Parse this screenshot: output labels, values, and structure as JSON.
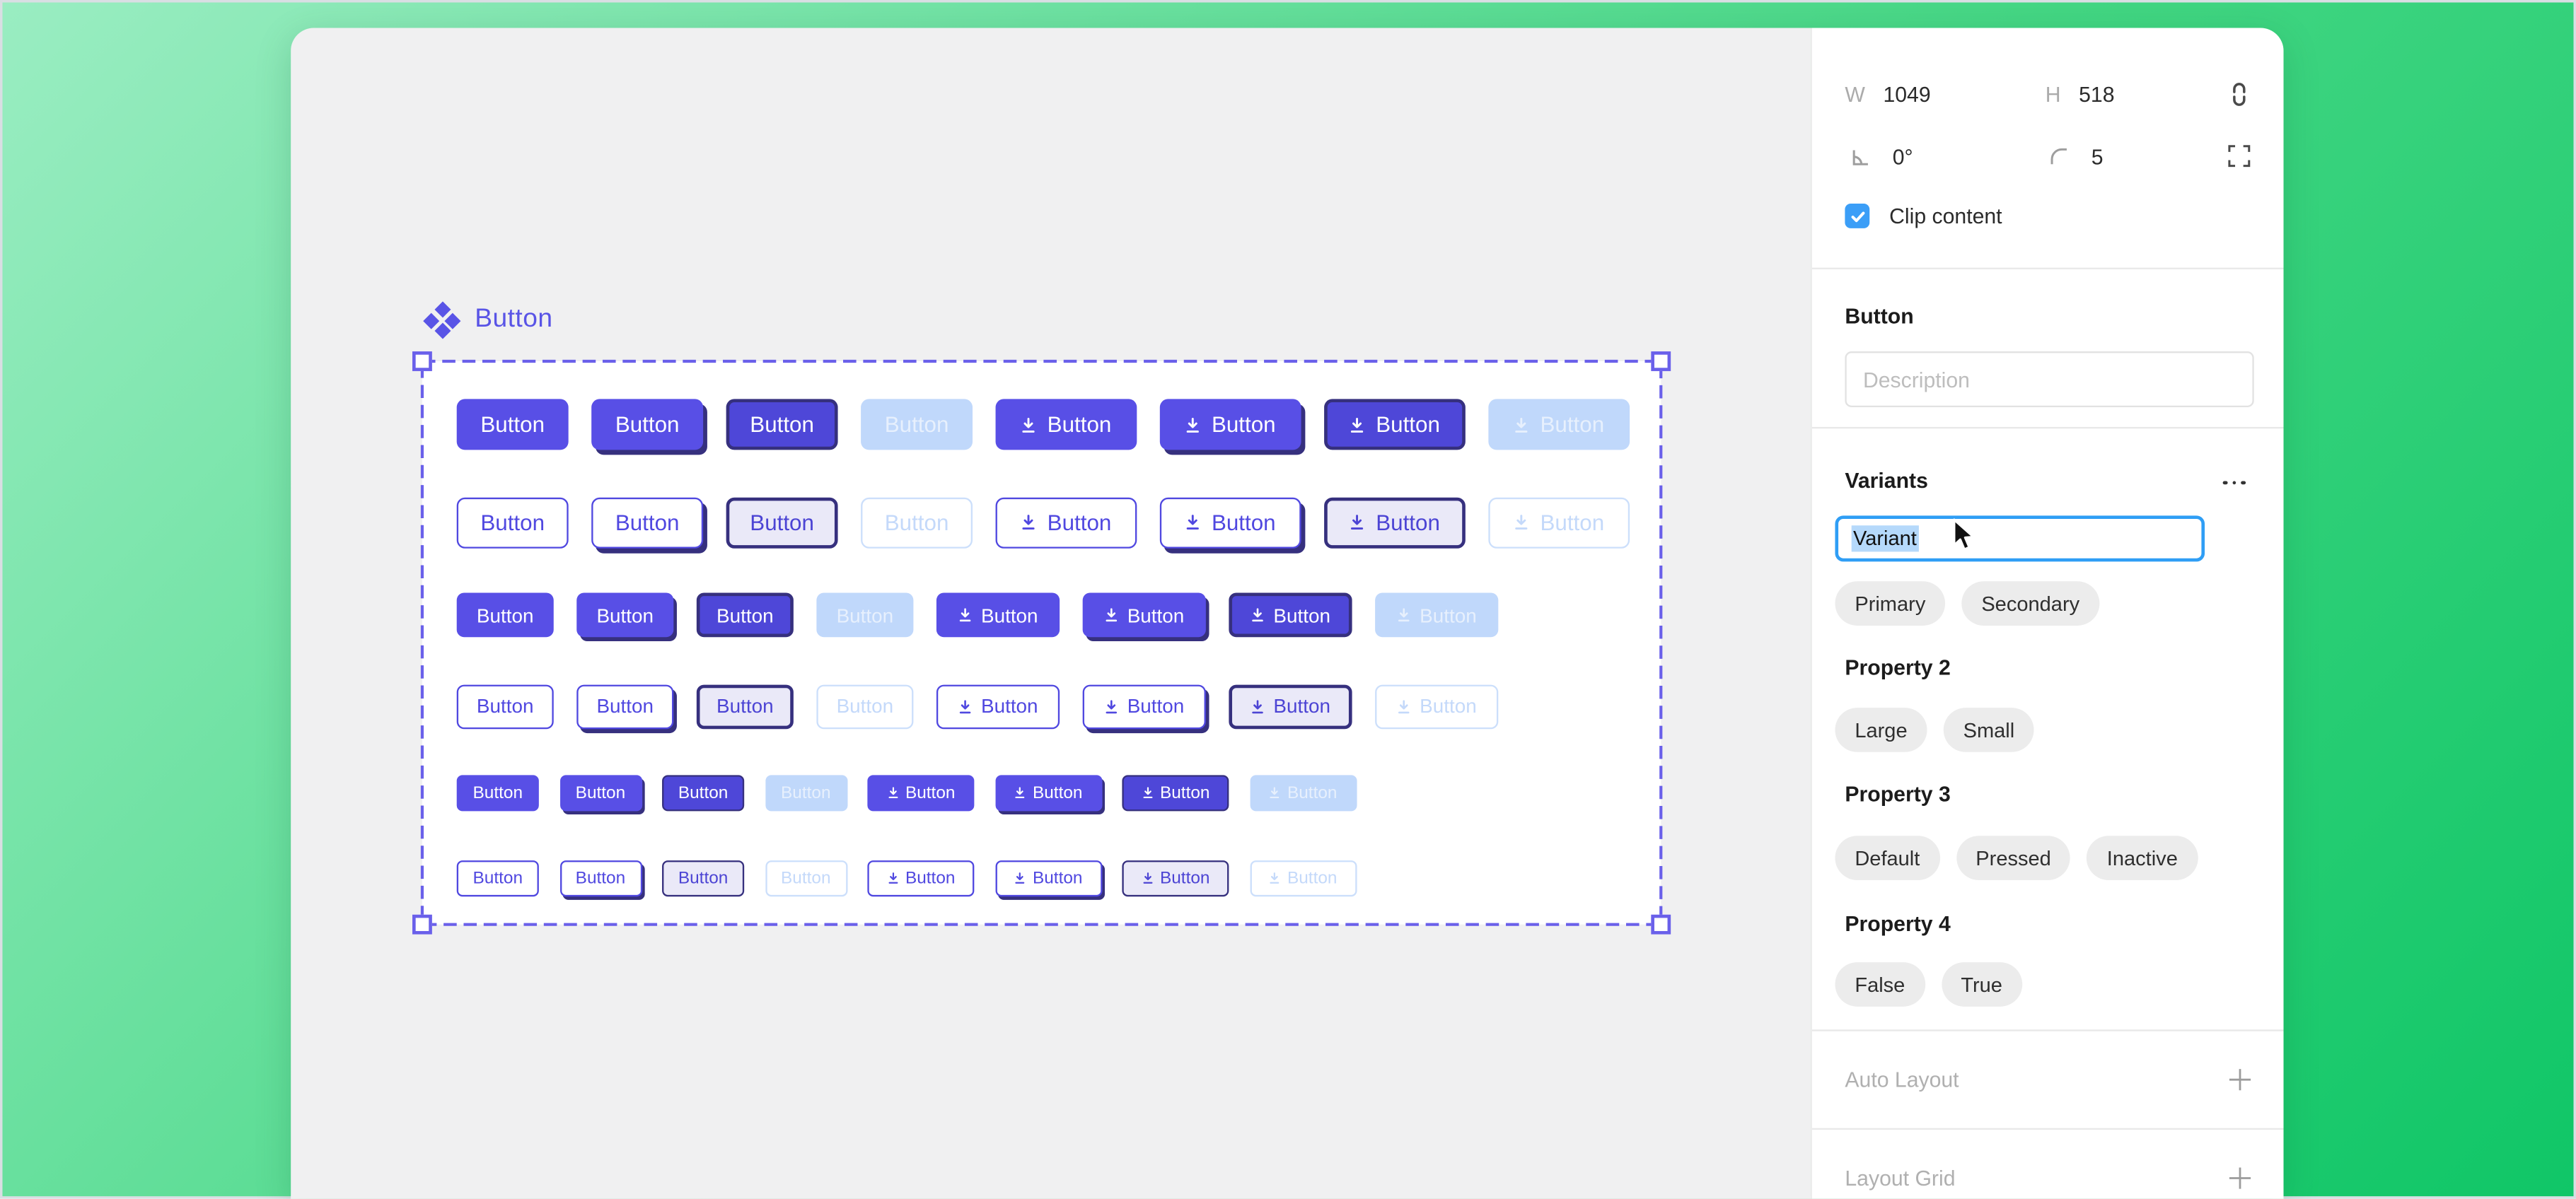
{
  "canvas": {
    "component_title": "Button",
    "button_label": "Button",
    "rows": [
      {
        "style": "primary",
        "size": "large"
      },
      {
        "style": "secondary",
        "size": "large"
      },
      {
        "style": "primary",
        "size": "medium"
      },
      {
        "style": "secondary",
        "size": "medium"
      },
      {
        "style": "primary",
        "size": "small"
      },
      {
        "style": "secondary",
        "size": "small"
      }
    ],
    "states": [
      {
        "icon": false,
        "state": "default"
      },
      {
        "icon": false,
        "state": "shadow"
      },
      {
        "icon": false,
        "state": "bevel"
      },
      {
        "icon": false,
        "state": "inactive"
      },
      {
        "icon": true,
        "state": "default"
      },
      {
        "icon": true,
        "state": "shadow"
      },
      {
        "icon": true,
        "state": "bevel"
      },
      {
        "icon": true,
        "state": "inactive"
      }
    ]
  },
  "panel": {
    "transform": {
      "w_label": "W",
      "w_value": "1049",
      "h_label": "H",
      "h_value": "518",
      "rotation_value": "0°",
      "radius_value": "5",
      "clip_content_label": "Clip content",
      "clip_content_checked": true
    },
    "component": {
      "heading": "Button",
      "description_placeholder": "Description"
    },
    "variants": {
      "heading": "Variants",
      "editing_property_value": "Variant",
      "groups": [
        {
          "label": "Variant",
          "options": [
            "Primary",
            "Secondary"
          ]
        },
        {
          "label": "Property 2",
          "options": [
            "Large",
            "Small"
          ]
        },
        {
          "label": "Property 3",
          "options": [
            "Default",
            "Pressed",
            "Inactive"
          ]
        },
        {
          "label": "Property 4",
          "options": [
            "False",
            "True"
          ]
        }
      ]
    },
    "collapsed_sections": [
      {
        "label": "Auto Layout"
      },
      {
        "label": "Layout Grid"
      }
    ]
  },
  "colors": {
    "accent_blue": "#2F9EF5",
    "primary_purple": "#584FE6",
    "dark_purple": "#36307E",
    "inactive_blue": "#C0D8FB",
    "selection_purple": "#6A60EA",
    "green_gradient_start": "#9AEDC2",
    "green_gradient_end": "#10C667"
  }
}
